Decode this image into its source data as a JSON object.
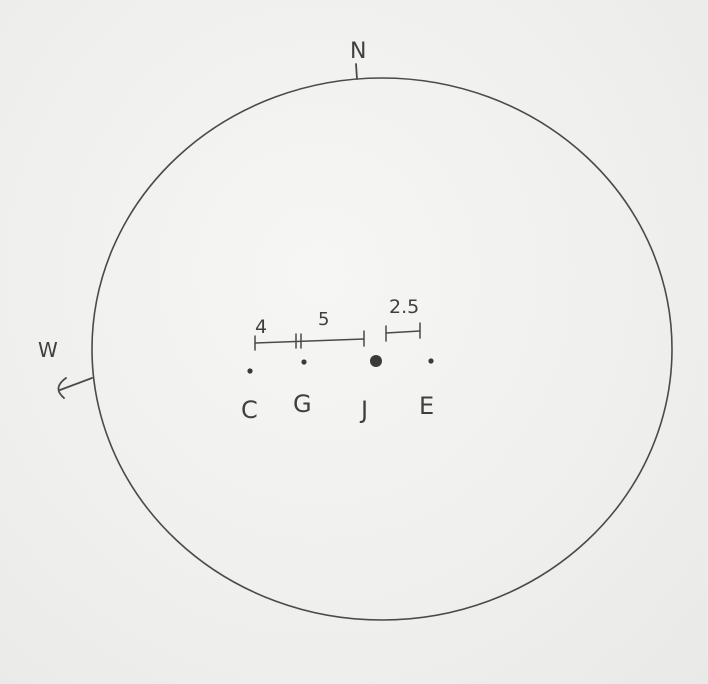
{
  "compass": {
    "north": "N",
    "west": "W"
  },
  "moons": [
    {
      "label": "C",
      "kind": "moon"
    },
    {
      "label": "G",
      "kind": "moon"
    },
    {
      "label": "J",
      "kind": "planet"
    },
    {
      "label": "E",
      "kind": "moon"
    }
  ],
  "distances": [
    {
      "label": "4"
    },
    {
      "label": "5"
    },
    {
      "label": "2.5"
    }
  ],
  "colors": {
    "pencil": "#4a4a4a",
    "paper": "#f1f1ef"
  }
}
